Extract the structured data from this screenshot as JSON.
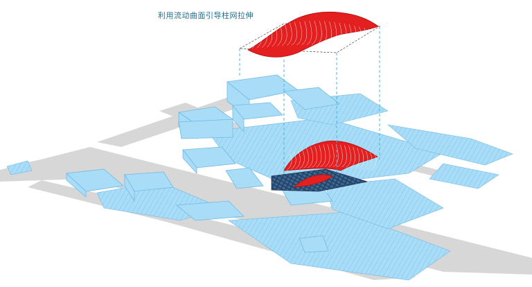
{
  "caption": "利用流动曲面引导柱网拉伸",
  "colors": {
    "background": "#ffffff",
    "roads": "#d7d7d7",
    "building_fill": "#a9dcf7",
    "building_edge": "#6fb9e2",
    "surface_fill": "#e41f1f",
    "surface_lines": "#ffffff",
    "grid_fill": "#2a4a6e",
    "guide_lines": "#4fb3e0"
  },
  "icons": [
    "curved-surface",
    "column-grid",
    "projection-guides"
  ]
}
